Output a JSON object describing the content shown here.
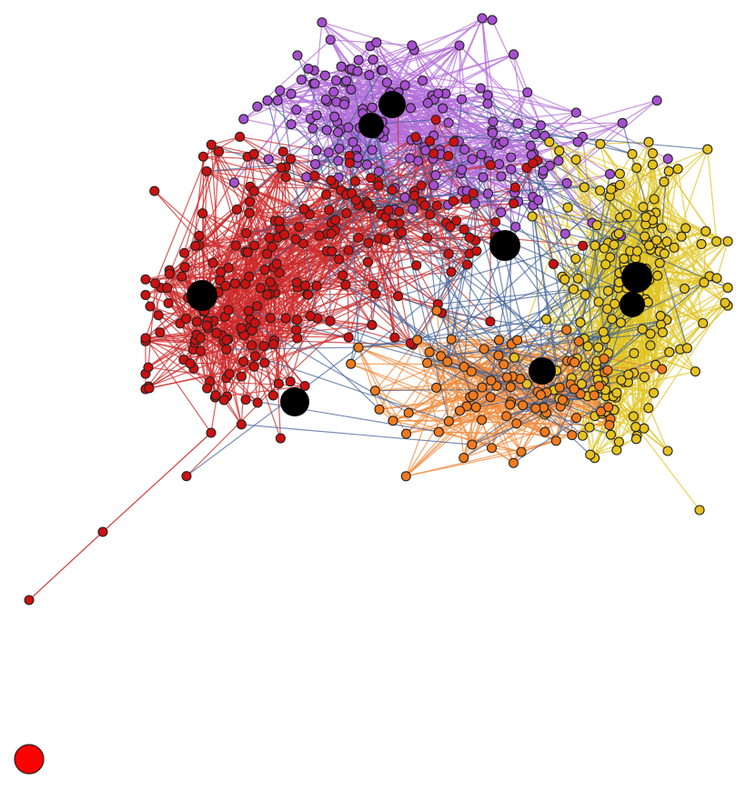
{
  "diagram": {
    "type": "network-graph",
    "background": "#ffffff",
    "node_outline": "#222222",
    "communities": [
      {
        "id": "purple",
        "node_color": "#a64fd0",
        "edge_color": "#b36fd8",
        "approx_nodes": 170
      },
      {
        "id": "red",
        "node_color": "#cc1111",
        "edge_color": "#cc2a2a",
        "approx_nodes": 260
      },
      {
        "id": "yellow",
        "node_color": "#e6c21e",
        "edge_color": "#e0c422",
        "approx_nodes": 170
      },
      {
        "id": "orange",
        "node_color": "#f07a1e",
        "edge_color": "#f08a3a",
        "approx_nodes": 80
      }
    ],
    "inter_community_edge_color": "#3f5f95",
    "hub_color": "#000000",
    "hub_count": 8,
    "isolated_node_color": "#ff0000",
    "isolated_node_count": 1
  }
}
